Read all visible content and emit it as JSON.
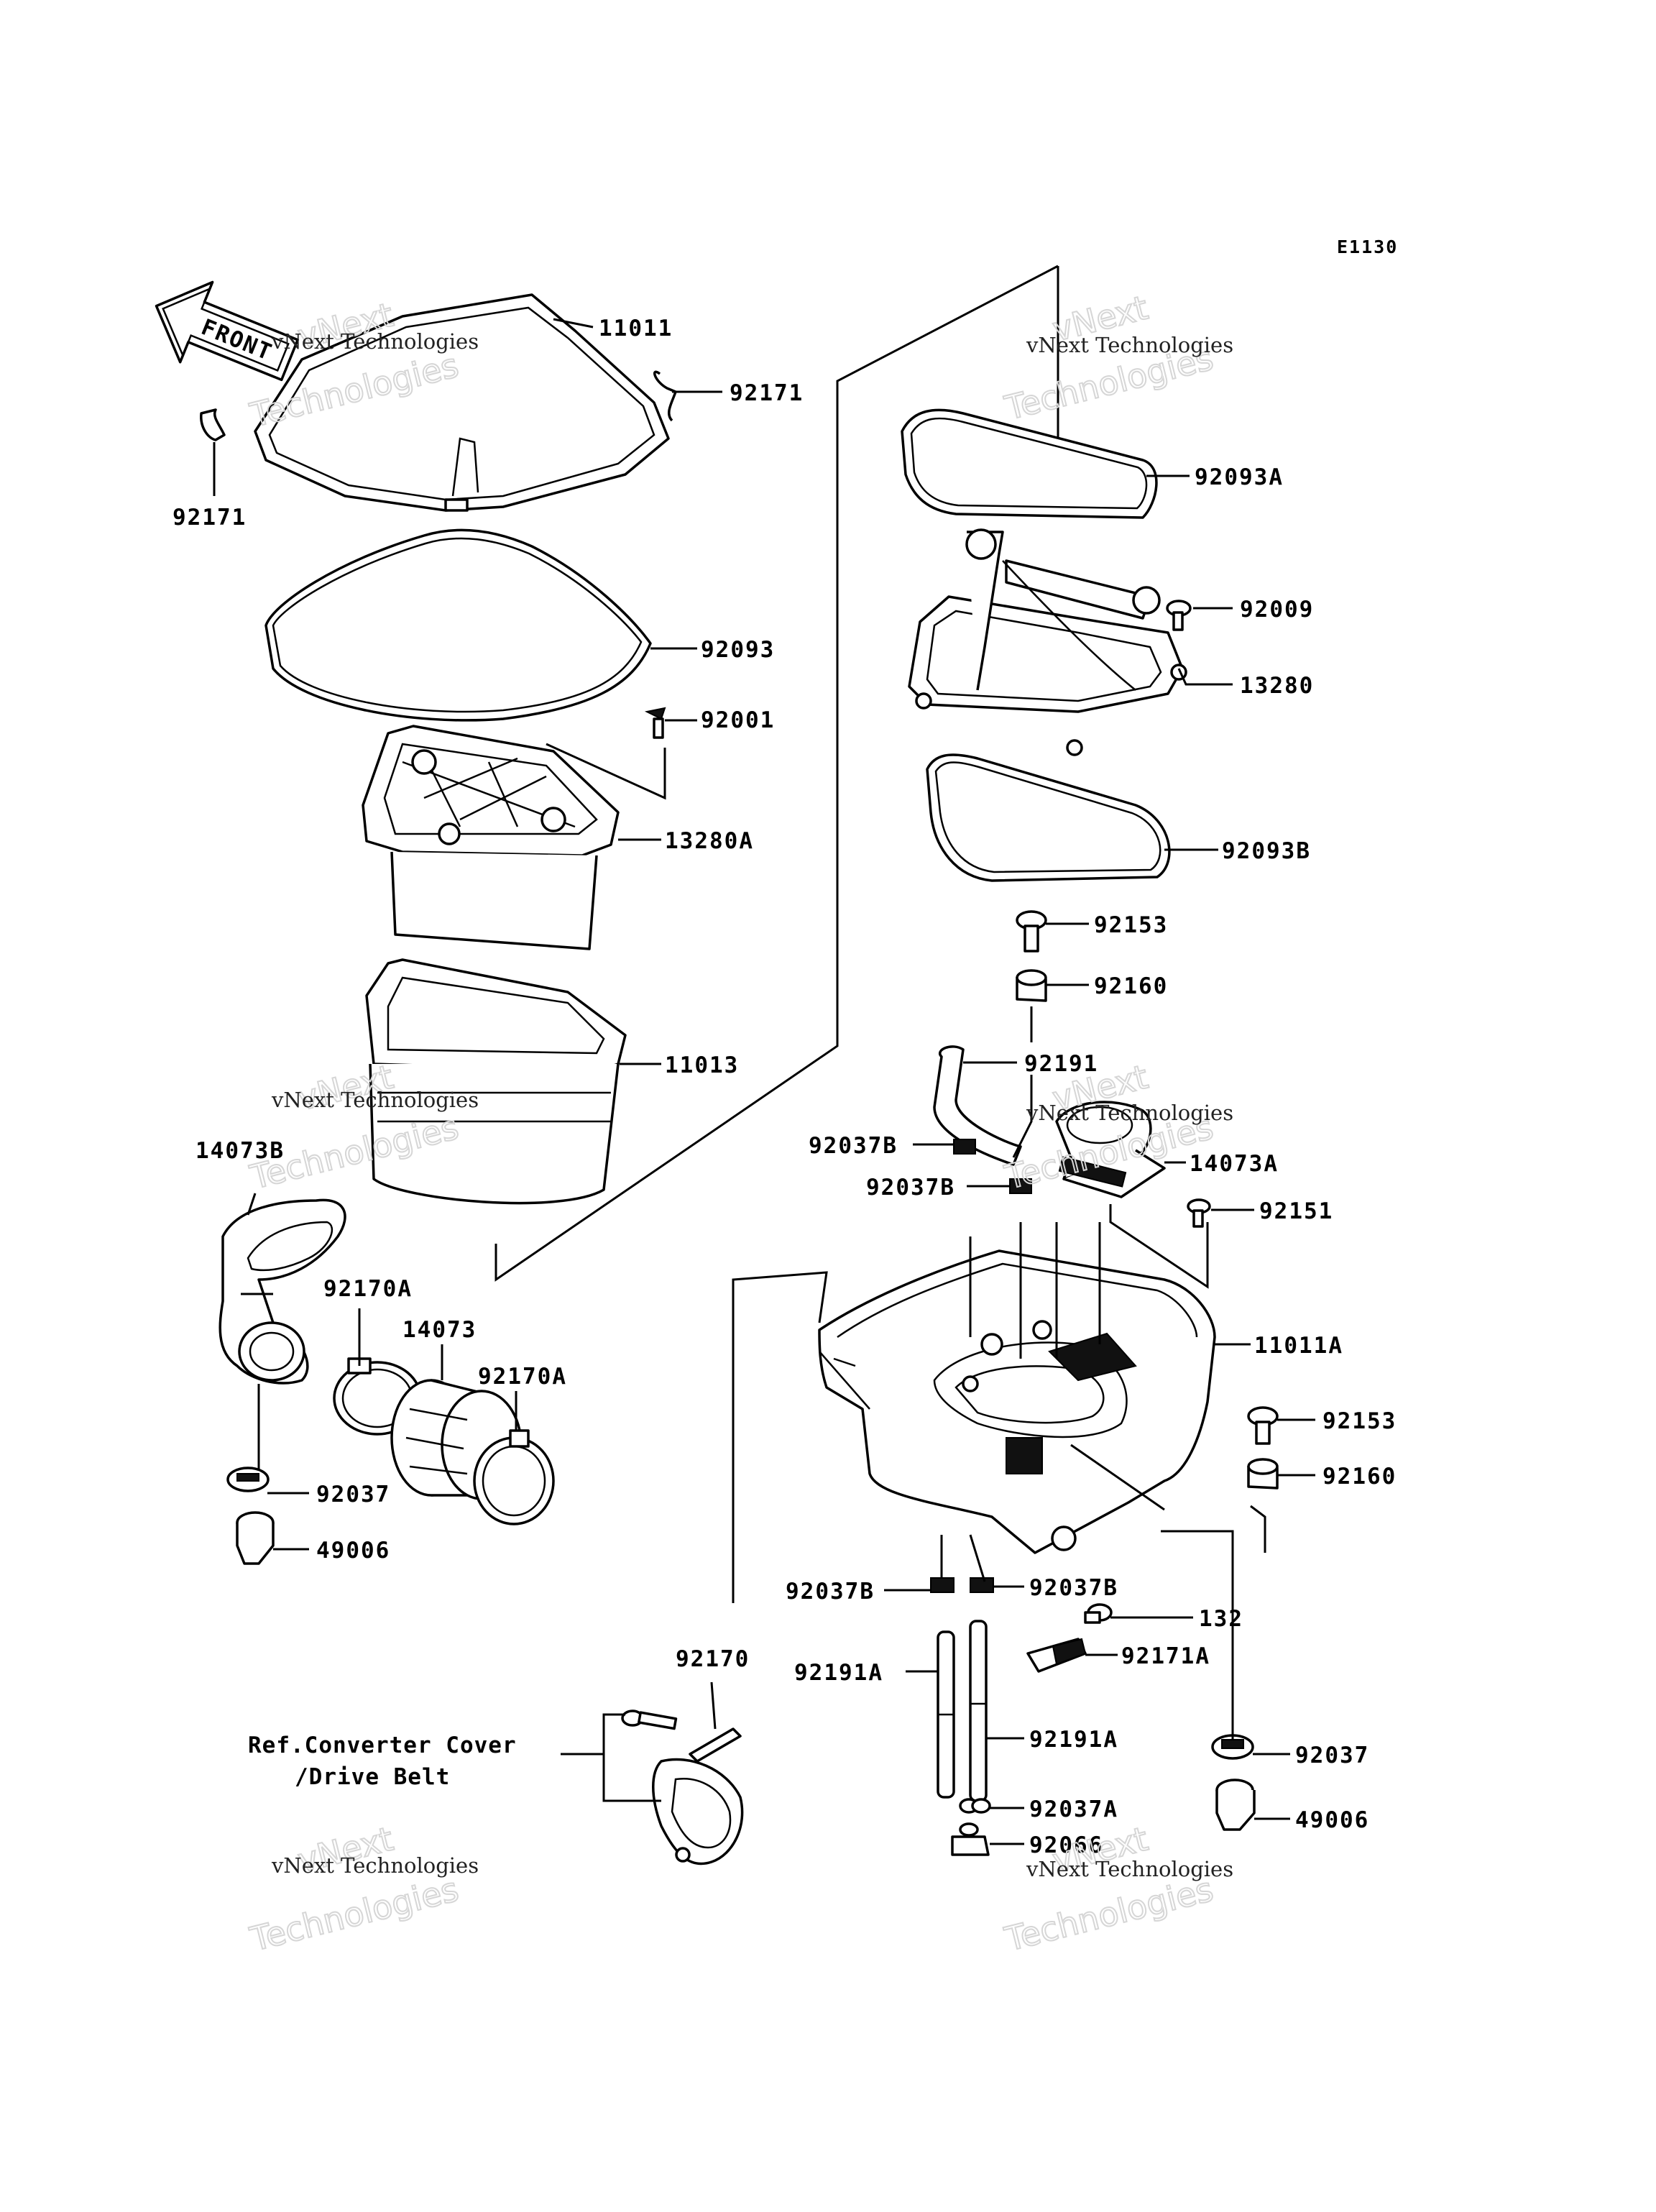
{
  "diagram_code": "E1130",
  "front_arrow_text": "FRONT",
  "reference_note": {
    "line1": "Ref.Converter Cover",
    "line2": "/Drive Belt"
  },
  "watermark": {
    "small": "vNext Technologies",
    "big_line1": "vNext",
    "big_line2": "Technologies"
  },
  "parts": [
    "11011",
    "92171",
    "92171",
    "92093",
    "92001",
    "13280A",
    "11013",
    "14073B",
    "92170A",
    "14073",
    "92170A",
    "92037",
    "49006",
    "92093A",
    "92009",
    "13280",
    "92093B",
    "92153",
    "92160",
    "92191",
    "92037B",
    "92037B",
    "14073A",
    "92151",
    "11011A",
    "92153",
    "92160",
    "92037B",
    "92037B",
    "132",
    "92171A",
    "92191A",
    "92191A",
    "92037A",
    "92066",
    "92037",
    "49006",
    "92170"
  ]
}
